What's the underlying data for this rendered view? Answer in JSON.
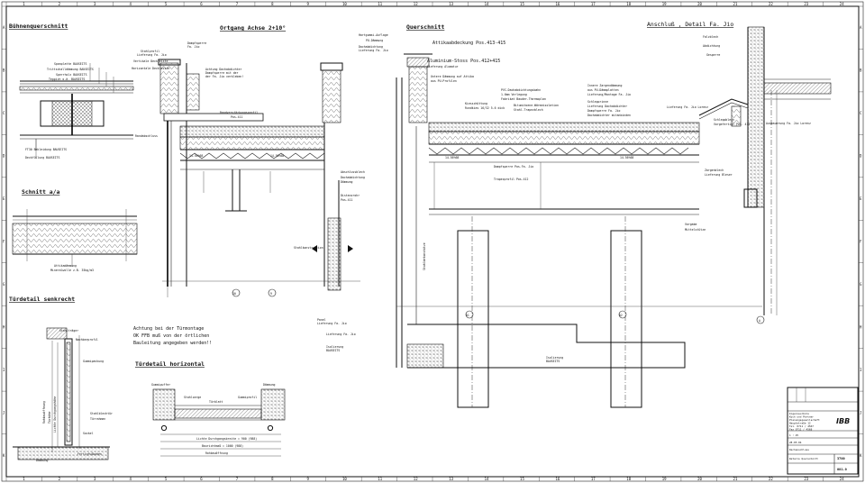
{
  "titles": {
    "buehnenquerschnitt": "Bühnenquerschnitt",
    "ortgang": "Ortgang Achse 2+10°",
    "querschnitt": "Querschnitt",
    "anschluss": "Anschluß , Detail Fa. Jio",
    "schnitt_a": "Schnitt a/a",
    "tuerdetail_senkrecht": "Türdetail senkrecht",
    "tuerdetail_horizontal": "Türdetail horizontal"
  },
  "note": {
    "line1": "Achtung bei der Türmontage",
    "line2": "OK FFB muß von der örtlichen",
    "line3": "Bauleitung angegeben werden!!"
  },
  "labels": {
    "buehne": [
      "Spanplatte BAUSEITS",
      "Trittschalldämmung BAUSEITS",
      "Sperrholz BAUSEITS",
      "Teppich o.ä. BAUSEITS",
      "FT30 Bekleidung BAUSEITS",
      "Deckfüllung BAUSEITS"
    ],
    "ortgang": [
      "Dampfsperre",
      "Fa. Jio",
      "Stahlprofil",
      "Lieferung Fa. Jio",
      "Vertikale Deckleiste",
      "Horizontale Deckleiste",
      "Achtung Dachabdichter",
      "Dampfsperre mit der",
      "der Fa. Jio verkleben!",
      "Randverstärkungsprofil",
      "Pos.411",
      "Randabschluss",
      "Abschlussblech",
      "Distanzrohr",
      "Pos.411",
      "Dachabdichtung",
      "Dämmung",
      "Stahlkonstruktion"
    ],
    "querschnitt": [
      "Hartgummi-Auflage",
      "PU-Dämmung",
      "Dachabdichtung",
      "Lieferung Fa. Jio",
      "Attikaabdeckung Pos.413-415",
      "Aluminium-Stoss Pos.412+415",
      "Lieferung Alumatur",
      "Untere Dämmung auf Attika",
      "aus PU-Profilen",
      "PVC-Dachabdichtungsbahn",
      "1.6mm Verlegung",
      "Fabrikat Bauder-Thermoplan",
      "Kiesschüttung",
      "Rundkies 16/32 5-6 dick",
      "Bitumitoene-Wärmeisolation",
      "Stahl-Trapezblech",
      "Dampfsperre Pos.Fa. Jio",
      "Trapezprofil Pos.412",
      "Stahlbetonstütze",
      "Panel",
      "Lieferung Fa. Jio",
      "Lieferung Fa. Jio",
      "Isolierung",
      "BAUSEITS",
      "Isolierung",
      "BAUSEITS"
    ],
    "anschluss": [
      "Falzblech",
      "Abdichtung",
      "Gesperre",
      "Lieferung Fa. Jio Lorenz",
      "Innere Zargendämmung",
      "aus PU-Dämmplatten",
      "Lieferung/Montage Fa. Jio",
      "Schlepprinne",
      "Lieferung Dachabdichter",
      "Dampfsperre Fa. Jio",
      "Dachabdichter mitanbinden",
      "Schleppblech",
      "Vorgefertigt Pos. 413",
      "Ausmauerung Fa. Jio Lorenz",
      "Zargenblech",
      "Lieferung Bleser"
    ],
    "schnitt": [
      "Attikadämmung",
      "Mineralwolle z.B. 35kg/m3"
    ],
    "tuer_senkrecht": [
      "Stahlträger",
      "Nachbarprofil",
      "Gummipackung",
      "Stahlblechtür",
      "Türrahmen",
      "Sockel",
      "Fertigfußboden",
      "Dämmung",
      "Rohbauöffnung",
      "Türhöhe",
      "Lichte Durchgangshöhe"
    ],
    "tuer_horizontal": [
      "Gummipuffer",
      "Stahlzarge",
      "Türblatt",
      "Lichte Durchgangsbreite = 900 (988)",
      "Baurichtmaß = 1000 (988)",
      "Rohbauöffnung",
      "Gummiprofil",
      "Dämmung"
    ],
    "dims": [
      "14.56%68",
      "14.56%68",
      "14.56%68",
      "14.56%68",
      "Vorgabe",
      "Mittelstütze"
    ]
  },
  "axes": [
    "10",
    "9",
    "A1",
    "A2",
    "A"
  ],
  "border": {
    "top": [
      "1",
      "2",
      "3",
      "4",
      "5",
      "6",
      "7",
      "8",
      "9",
      "10",
      "11",
      "12",
      "13",
      "14",
      "15",
      "16",
      "17",
      "18",
      "19",
      "20",
      "21",
      "22",
      "23",
      "24"
    ],
    "side": [
      "A",
      "B",
      "C",
      "D",
      "E",
      "F",
      "G",
      "H",
      "I",
      "J",
      "K"
    ]
  },
  "title_block": {
    "company": "IBB",
    "rows": [
      "Ingenieurbüro",
      "Koch und Partner",
      "Planungsgesellschaft",
      "Hauptstraße 12",
      "Tel. 0711 / 4567",
      "Fax 0711 / 4568"
    ],
    "project": "Dachanschluss",
    "drawing": "Details Querschnitt",
    "number": "3700",
    "sheet": "081.0",
    "scale": "1 : 25",
    "date": "28.05.04"
  },
  "colors": {
    "line": "#111111",
    "paper": "#ffffff",
    "grid": "#555555"
  }
}
